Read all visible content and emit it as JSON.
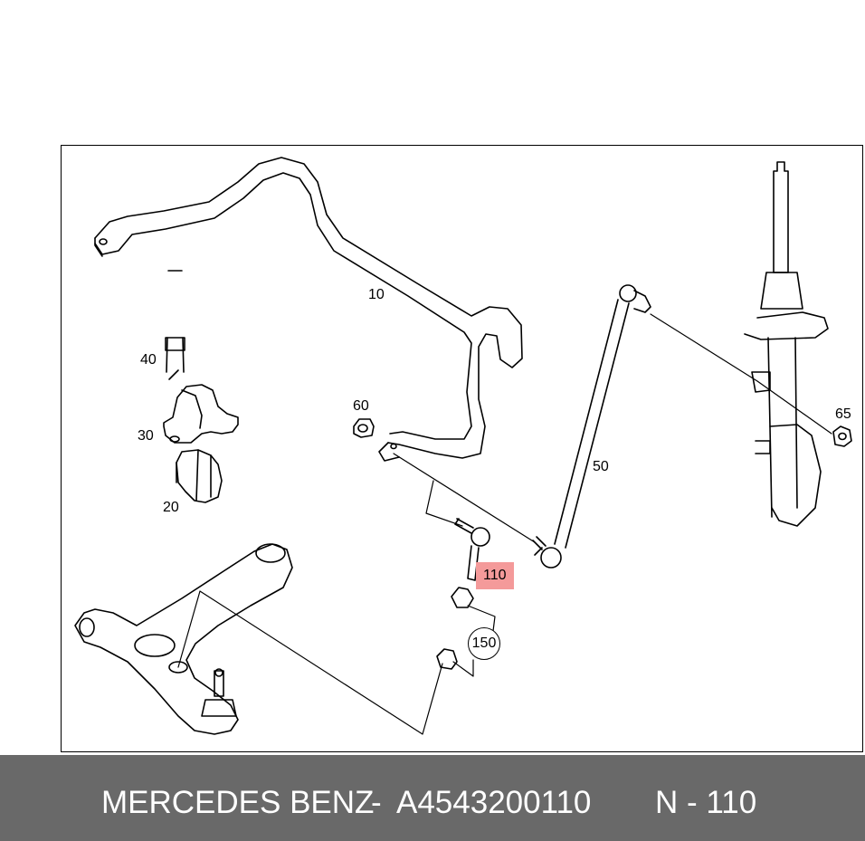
{
  "labels": {
    "p10": "10",
    "p20": "20",
    "p30": "30",
    "p40": "40",
    "p50": "50",
    "p60": "60",
    "p65": "65",
    "p110": "110",
    "p150": "150"
  },
  "footer": {
    "brand": "MERCEDES BENZ",
    "separator": "-",
    "part_number": "A4543200110",
    "position_ref": "N - 110"
  },
  "colors": {
    "highlight": "#f49a9a",
    "footer_bg": "#696969",
    "line": "#000000"
  }
}
